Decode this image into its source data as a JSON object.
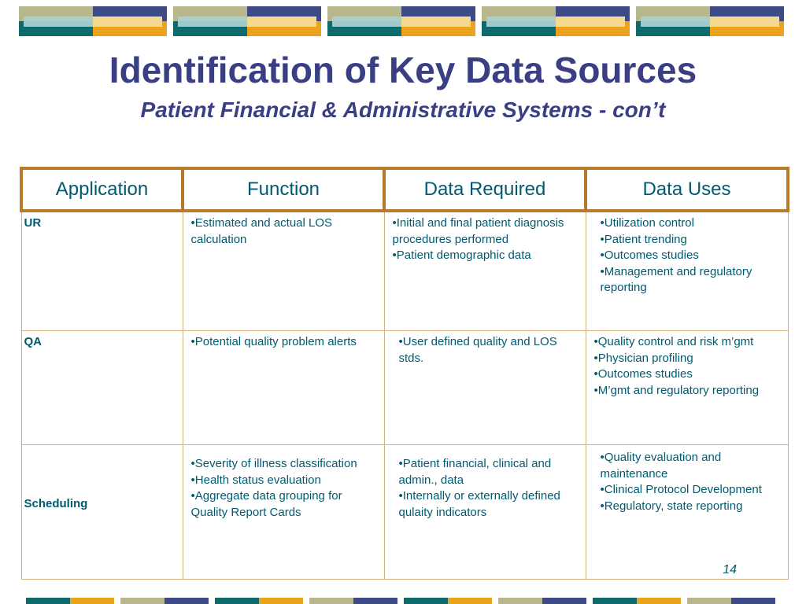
{
  "slide": {
    "title": "Identification of Key Data Sources",
    "subtitle": "Patient Financial & Administrative Systems - con’t",
    "page_number": "14"
  },
  "colors": {
    "title": "#3a3f83",
    "body_text": "#005a70",
    "header_border": "#b87a2b",
    "cell_border": "#d4b07f",
    "banner_olive": "#b8b78c",
    "banner_navy": "#3c4a86",
    "banner_teal": "#0d6b6d",
    "banner_gold": "#eba21d"
  },
  "table": {
    "headers": [
      "Application",
      "Function",
      "Data Required",
      "Data Uses"
    ],
    "rows": [
      {
        "application": "UR",
        "function": [
          "Estimated and actual LOS calculation"
        ],
        "data_required": [
          "Initial and final patient diagnosis procedures performed",
          "Patient demographic data"
        ],
        "data_uses": [
          "Utilization control",
          "Patient trending",
          "Outcomes studies",
          "Management and regulatory reporting"
        ]
      },
      {
        "application": "QA",
        "function": [
          "Potential quality problem alerts"
        ],
        "data_required": [
          "User defined quality and LOS stds."
        ],
        "data_uses": [
          "Quality control and risk m’gmt",
          "Physician profiling",
          "Outcomes studies",
          "M’gmt and regulatory reporting"
        ]
      },
      {
        "application": "Scheduling",
        "function": [
          "Severity of illness classification",
          "Health status evaluation",
          "Aggregate data grouping for Quality Report Cards"
        ],
        "data_required": [
          "Patient financial, clinical and admin., data",
          "Internally or externally defined qulaity indicators"
        ],
        "data_uses": [
          "Quality evaluation and maintenance",
          "Clinical Protocol Development",
          "Regulatory, state reporting"
        ]
      }
    ]
  }
}
